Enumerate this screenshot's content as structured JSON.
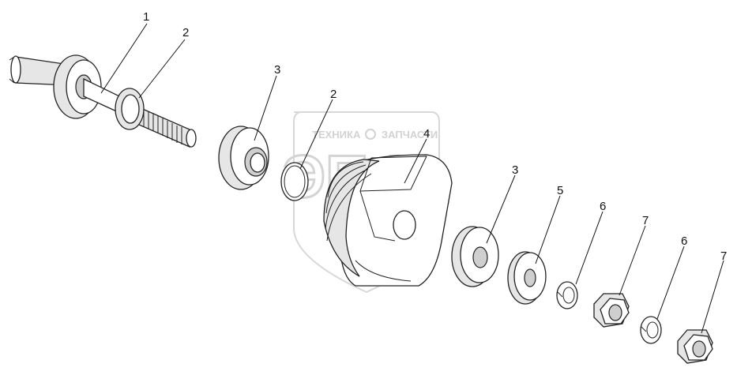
{
  "watermark": {
    "logo_text": "ЭПФ",
    "text_left": "ТЕХНИКА",
    "text_right": "ЗАПЧАСТИ",
    "color": "#d2d2d2"
  },
  "callouts": [
    {
      "id": "c1",
      "label": "1"
    },
    {
      "id": "c2a",
      "label": "2"
    },
    {
      "id": "c3a",
      "label": "3"
    },
    {
      "id": "c2b",
      "label": "2"
    },
    {
      "id": "c4",
      "label": "4"
    },
    {
      "id": "c3b",
      "label": "3"
    },
    {
      "id": "c5",
      "label": "5"
    },
    {
      "id": "c6a",
      "label": "6"
    },
    {
      "id": "c7a",
      "label": "7"
    },
    {
      "id": "c6b",
      "label": "6"
    },
    {
      "id": "c7b",
      "label": "7"
    }
  ]
}
